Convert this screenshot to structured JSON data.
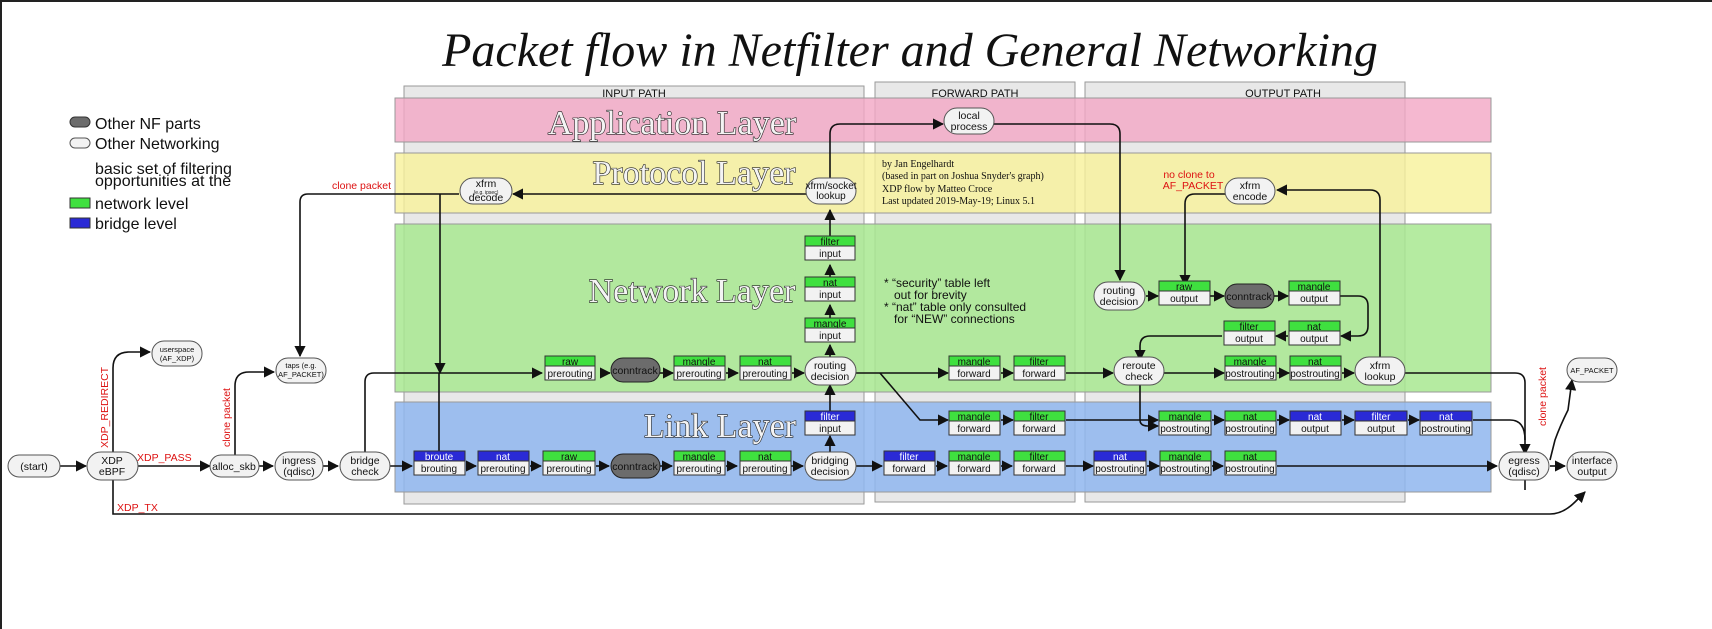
{
  "title": "Packet flow in Netfilter and General Networking",
  "paths": {
    "input": "INPUT PATH",
    "forward": "FORWARD PATH",
    "output": "OUTPUT PATH"
  },
  "layers": {
    "application": "Application Layer",
    "protocol": "Protocol Layer",
    "network": "Network Layer",
    "link": "Link Layer"
  },
  "legend": {
    "nf_parts": "Other NF parts",
    "networking": "Other Networking",
    "basic_line1": "basic set of filtering",
    "basic_line2": "opportunities at the",
    "network_level": "network level",
    "bridge_level": "bridge level"
  },
  "credits": {
    "line1": "by Jan Engelhardt",
    "line2": "(based in part on Joshua Snyder's graph)",
    "line3": "XDP flow by Matteo Croce",
    "line4": "Last updated 2019-May-19; Linux 5.1"
  },
  "notes": {
    "line1": "* “security” table left",
    "line2": "out for brevity",
    "line3": "* “nat” table only consulted",
    "line4": "for “NEW” connections"
  },
  "red_labels": {
    "clone_packet_top": "clone packet",
    "xdp_redirect": "XDP_REDIRECT",
    "xdp_pass": "XDP_PASS",
    "xdp_tx": "XDP_TX",
    "clone_packet_left": "clone packet",
    "clone_packet_right": "clone packet",
    "no_clone_to": "no clone to",
    "no_clone_af": "AF_PACKET"
  },
  "colors": {
    "nf_grey": "#6c6c6c",
    "networking_light": "#f2f2f2",
    "network_green": "#3fe03f",
    "bridge_blue": "#2a2ad6",
    "application_band": "#f3a6c4",
    "protocol_band": "#f7f19a",
    "network_band": "#a8e890",
    "link_band": "#8fb6ee",
    "red_text": "#dd1111"
  },
  "nodes": {
    "start": "(start)",
    "xdp_l1": "XDP",
    "xdp_l2": "eBPF",
    "userspace_l1": "userspace",
    "userspace_l2": "(AF_XDP)",
    "alloc_skb": "alloc_skb",
    "taps_l1": "taps (e.g.",
    "taps_l2": "AF_PACKET)",
    "ingress_l1": "ingress",
    "ingress_l2": "(qdisc)",
    "bridge_check_l1": "bridge",
    "bridge_check_l2": "check",
    "xfrm_decode_l1": "xfrm",
    "xfrm_decode_small": "(e.g. ipsec)",
    "xfrm_decode_l2": "decode",
    "xfrm_socket_l1": "xfrm/socket",
    "xfrm_socket_l2": "lookup",
    "local_process_l1": "local",
    "local_process_l2": "process",
    "routing_decision_l1": "routing",
    "routing_decision_l2": "decision",
    "bridging_decision_l1": "bridging",
    "bridging_decision_l2": "decision",
    "reroute_check_l1": "reroute",
    "reroute_check_l2": "check",
    "out_routing_l1": "routing",
    "out_routing_l2": "decision",
    "xfrm_encode_l1": "xfrm",
    "xfrm_encode_l2": "encode",
    "xfrm_lookup_l1": "xfrm",
    "xfrm_lookup_l2": "lookup",
    "egress_l1": "egress",
    "egress_l2": "(qdisc)",
    "interface_output_l1": "interface",
    "interface_output_l2": "output",
    "af_packet": "AF_PACKET",
    "conntrack": "conntrack"
  },
  "hooks": {
    "raw": "raw",
    "mangle": "mangle",
    "nat": "nat",
    "filter": "filter",
    "broute": "broute",
    "prerouting": "prerouting",
    "input": "input",
    "forward": "forward",
    "output": "output",
    "postrouting": "postrouting",
    "brouting": "brouting"
  }
}
